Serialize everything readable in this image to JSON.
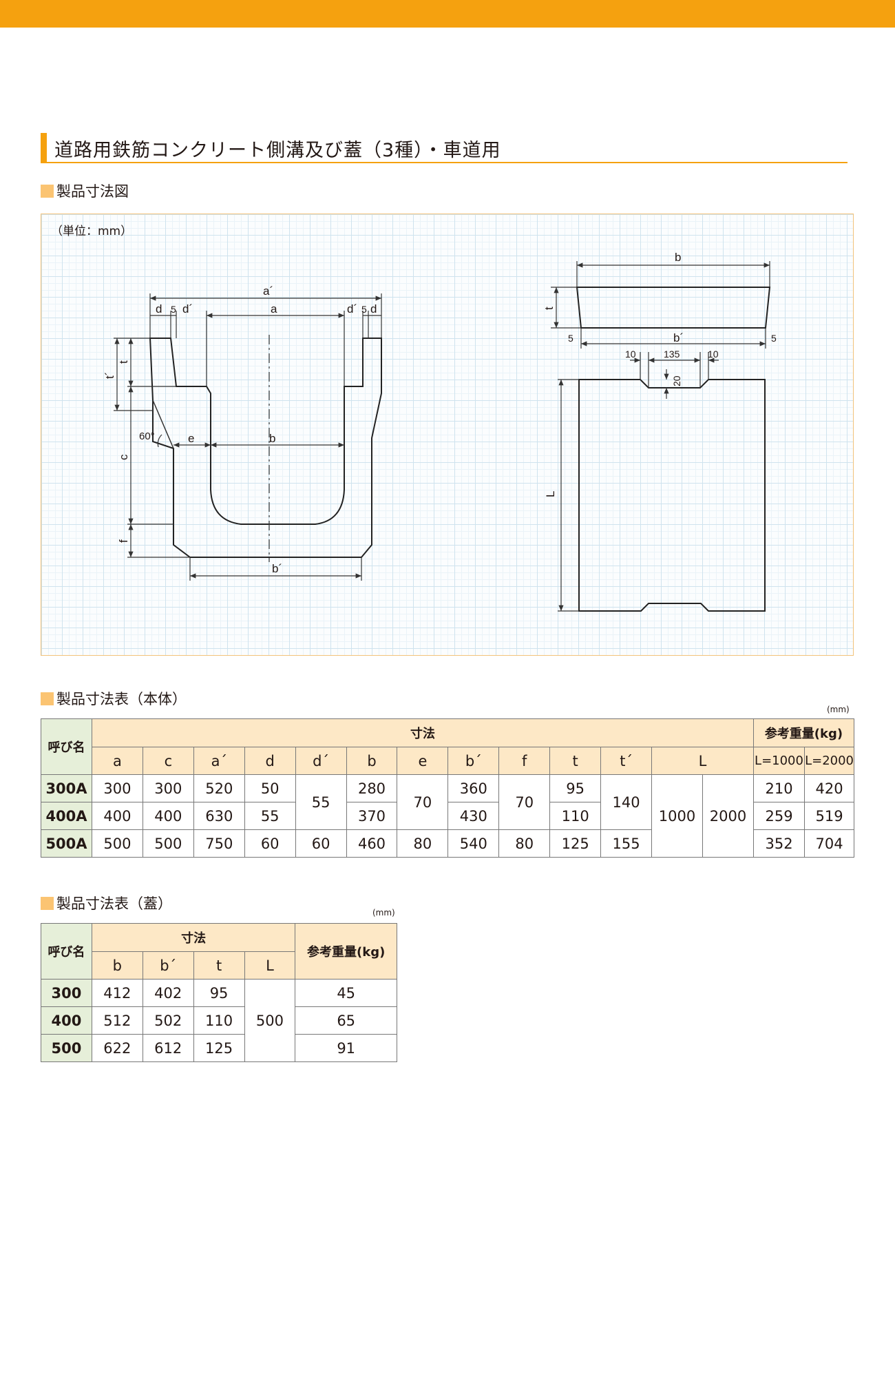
{
  "title": "道路用鉄筋コンクリート側溝及び蓋（3種）・車道用",
  "diagram": {
    "section_label": "製品寸法図",
    "unit_note": "（単位：mm）",
    "labels": {
      "a_prime": "a´",
      "a": "a",
      "d": "d",
      "five": "5",
      "d_prime": "d´",
      "t": "t",
      "t_prime": "t´",
      "c": "c",
      "f": "f",
      "e": "e",
      "b": "b",
      "b_prime": "b´",
      "angle": "60°",
      "L": "L",
      "w10": "10",
      "w135": "135",
      "h20": "20"
    }
  },
  "body_table": {
    "section_label": "製品寸法表（本体）",
    "unit": "(mm)",
    "row_header": "呼び名",
    "dim_header": "寸法",
    "weight_header": "参考重量(kg)",
    "columns": [
      "a",
      "c",
      "a´",
      "d",
      "d´",
      "b",
      "e",
      "b´",
      "f",
      "t",
      "t´",
      "L"
    ],
    "weight_columns": [
      "L=1000",
      "L=2000"
    ],
    "rows": [
      {
        "name": "300A",
        "a": "300",
        "c": "300",
        "a_p": "520",
        "d": "50",
        "b": "280",
        "b_p": "360",
        "t": "95",
        "w1": "210",
        "w2": "420"
      },
      {
        "name": "400A",
        "a": "400",
        "c": "400",
        "a_p": "630",
        "d": "55",
        "b": "370",
        "b_p": "430",
        "t": "110",
        "w1": "259",
        "w2": "519"
      },
      {
        "name": "500A",
        "a": "500",
        "c": "500",
        "a_p": "750",
        "d": "60",
        "d_p": "60",
        "b": "460",
        "e": "80",
        "b_p": "540",
        "f": "80",
        "t": "125",
        "t_p": "155",
        "w1": "352",
        "w2": "704"
      }
    ],
    "merged": {
      "d_p_12": "55",
      "e_12": "70",
      "f_12": "70",
      "t_p_12": "140",
      "L1": "1000",
      "L2": "2000"
    }
  },
  "cover_table": {
    "section_label": "製品寸法表（蓋）",
    "unit": "(mm)",
    "row_header": "呼び名",
    "dim_header": "寸法",
    "weight_header": "参考重量(kg)",
    "columns": [
      "b",
      "b´",
      "t",
      "L"
    ],
    "rows": [
      {
        "name": "300",
        "b": "412",
        "b_p": "402",
        "t": "95",
        "w": "45"
      },
      {
        "name": "400",
        "b": "512",
        "b_p": "502",
        "t": "110",
        "w": "65"
      },
      {
        "name": "500",
        "b": "622",
        "b_p": "612",
        "t": "125",
        "w": "91"
      }
    ],
    "L": "500"
  }
}
